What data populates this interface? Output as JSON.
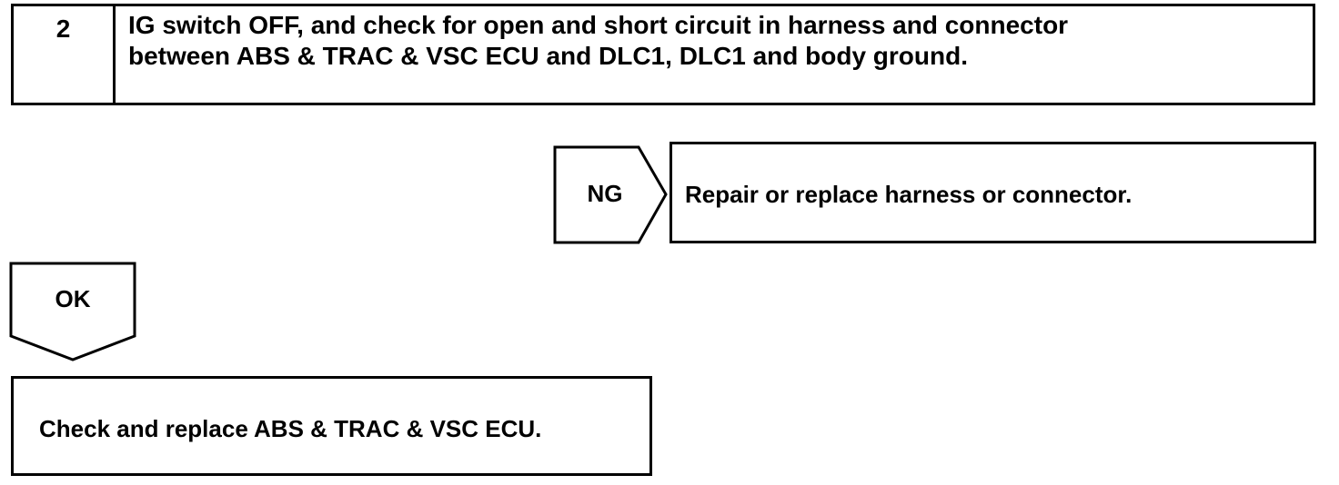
{
  "step": {
    "number": "2",
    "text": "IG switch OFF, and check for open and short circuit in harness and connector\nbetween ABS & TRAC & VSC ECU and DLC1, DLC1 and body ground."
  },
  "ng_branch": {
    "label": "NG",
    "action": "Repair or replace harness or connector."
  },
  "ok_branch": {
    "label": "OK",
    "action": "Check and replace ABS & TRAC & VSC ECU."
  }
}
